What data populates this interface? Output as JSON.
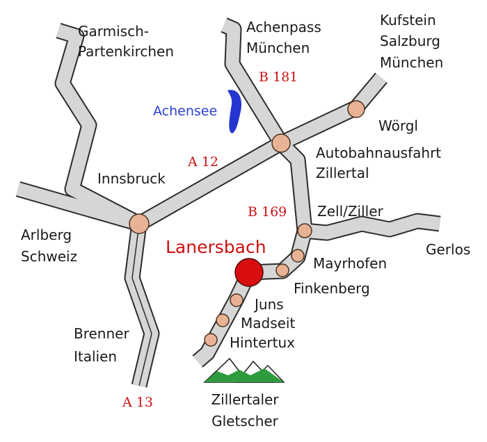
{
  "labels": {
    "garmisch": "Garmisch-",
    "partenkirchen": "Partenkirchen",
    "achenpass": "Achenpass",
    "muenchen_north": "München",
    "kufstein": "Kufstein",
    "salzburg": "Salzburg",
    "muenchen_east": "München",
    "b181": "B 181",
    "achensee": "Achensee",
    "woergl": "Wörgl",
    "a12": "A 12",
    "autobahnausfahrt": "Autobahnausfahrt",
    "zillertal": "Zillertal",
    "innsbruck": "Innsbruck",
    "b169": "B 169",
    "zell_ziller": "Zell/Ziller",
    "arlberg": "Arlberg",
    "schweiz": "Schweiz",
    "lanersbach": "Lanersbach",
    "gerlos": "Gerlos",
    "mayrhofen": "Mayrhofen",
    "finkenberg": "Finkenberg",
    "juns": "Juns",
    "madseit": "Madseit",
    "hintertux": "Hintertux",
    "brenner": "Brenner",
    "italien": "Italien",
    "a13": "A 13",
    "zillertaler": "Zillertaler",
    "gletscher": "Gletscher"
  },
  "colors": {
    "road_fill": "#d6d6d6",
    "road_outline": "#2b2b2b",
    "town_marker": "#e8b394",
    "destination_marker": "#d80e0e",
    "lake": "#2536d0",
    "mountain_snow": "#ffffff",
    "mountain_green": "#2f9b3e",
    "route_numbers": "#cc1111"
  }
}
